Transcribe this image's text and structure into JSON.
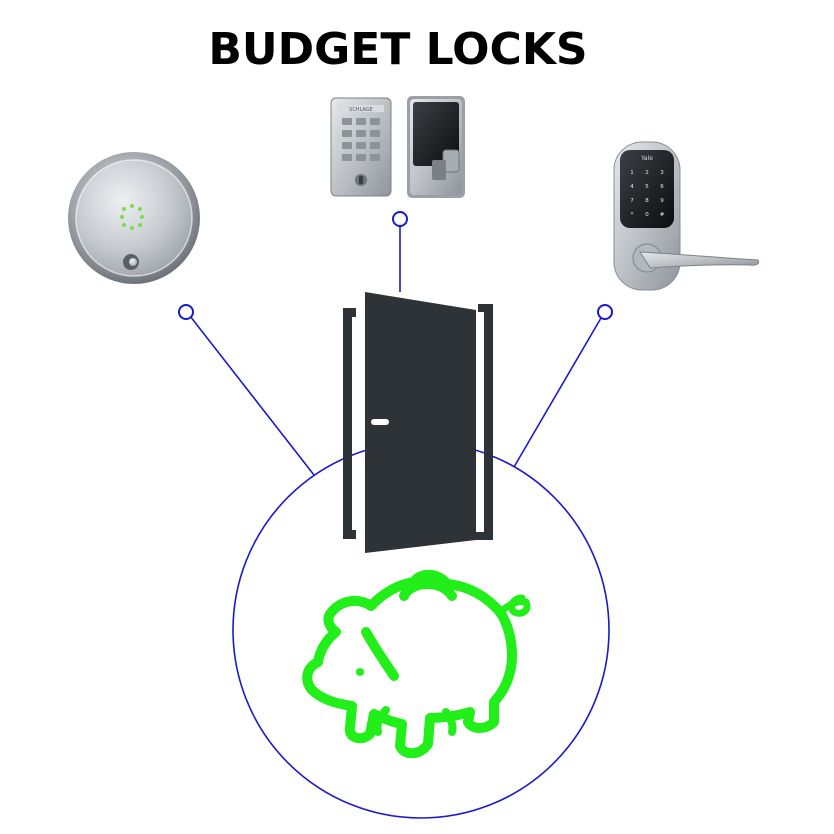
{
  "title": "BUDGET LOCKS",
  "colors": {
    "connector": "#1a1acc",
    "door": "#2e3338",
    "piggy": "#22ee1a",
    "silver": "#c9ccd0",
    "keypad_led": "#7ddc4a"
  },
  "icons": {
    "center": "door-open-icon",
    "savings": "piggy-bank-icon",
    "lock_left": "smart-lock-round-icon",
    "lock_top": "keypad-deadbolt-icon",
    "lock_right": "keypad-lever-lock-icon"
  },
  "lock_brands": {
    "top_keypad": "SCHLAGE",
    "right_keypad": "Yale"
  },
  "right_keypad_keys": [
    "1",
    "2",
    "3",
    "4",
    "5",
    "6",
    "7",
    "8",
    "9",
    "*",
    "0",
    "#"
  ]
}
